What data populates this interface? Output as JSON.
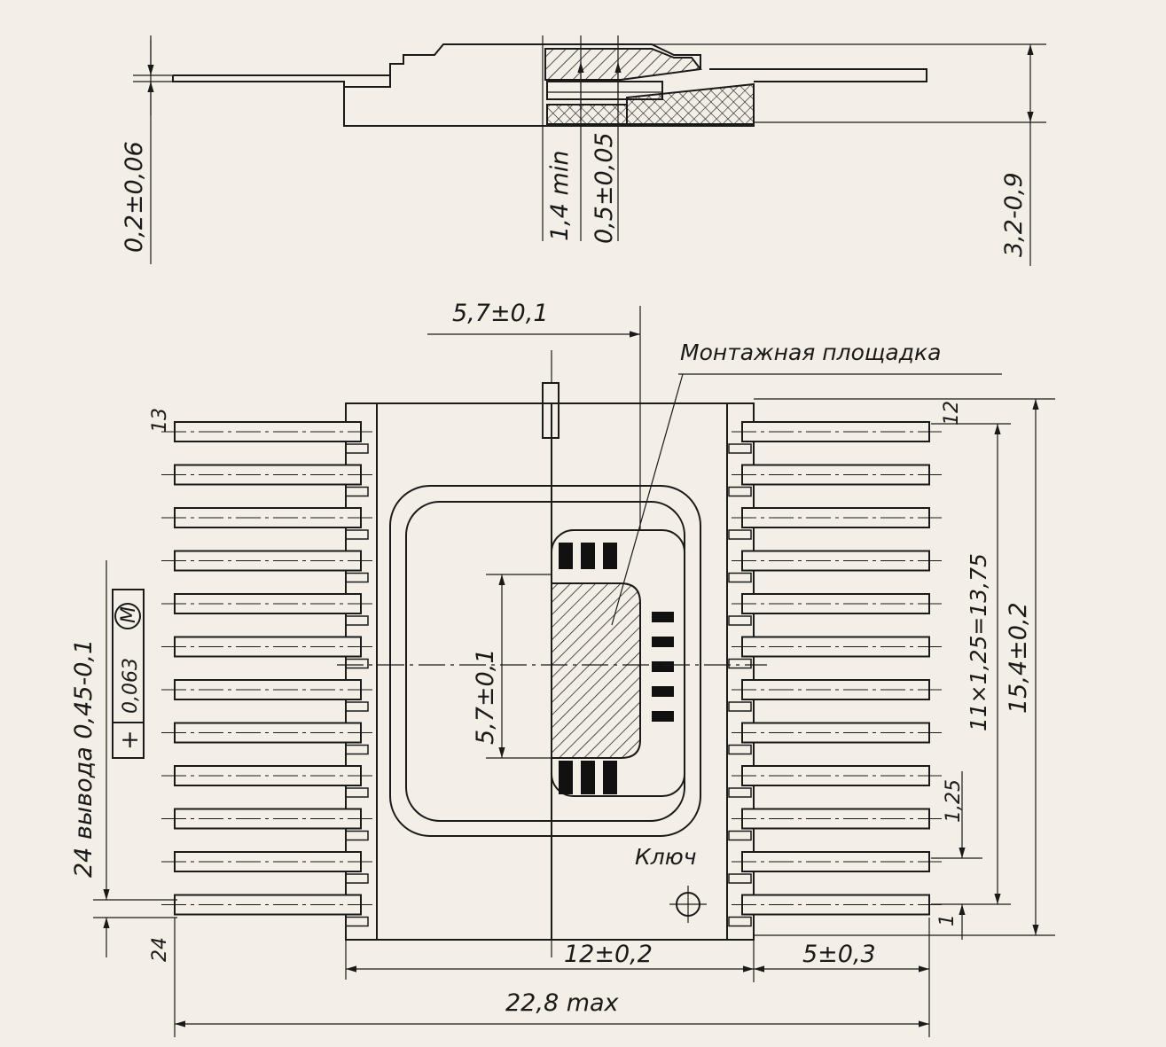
{
  "caption_top": "",
  "side_view": {
    "dim_thickness": "0,2±0,06",
    "dim_min": "1,4 min",
    "dim_gap": "0,5±0,05",
    "dim_height": "3,2-0,9"
  },
  "top_view": {
    "label_mount_pad": "Монтажная площадка",
    "dim_offset_top": "5,7±0,1",
    "dim_pad": "5,7±0,1",
    "dim_pitch_total": "11×1,25=13,75",
    "dim_height": "15,4±0,2",
    "dim_pitch": "1,25",
    "dim_body": "12±0,2",
    "dim_lead": "5±0,3",
    "dim_total": "22,8 max",
    "key_label": "Ключ",
    "pin_13": "13",
    "pin_12": "12",
    "pin_24": "24",
    "pin_1": "1",
    "leads_note": "24 вывода 0,45-0,1",
    "tolerance_symbol": "+",
    "tolerance_value": "0,063",
    "tolerance_modifier": "M"
  },
  "colors": {
    "ink": "#1a1a1a",
    "paper": "#f3efe6"
  }
}
